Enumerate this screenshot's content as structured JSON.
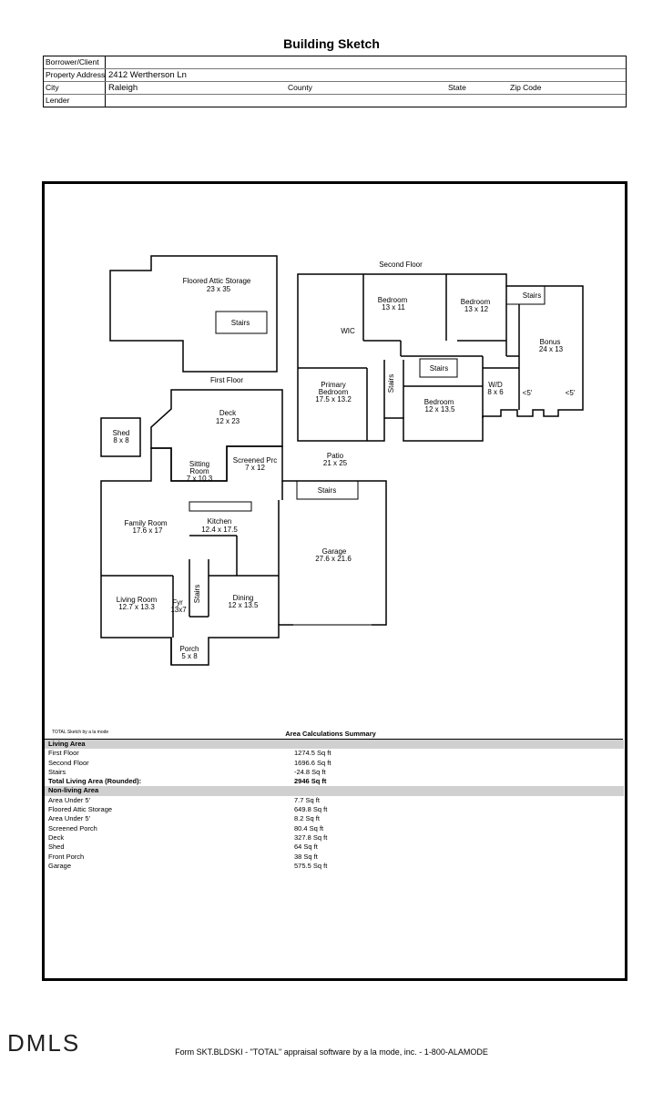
{
  "title": "Building Sketch",
  "header": {
    "borrower_label": "Borrower/Client",
    "address_label": "Property Address",
    "address_value": "2412 Wertherson Ln",
    "city_label": "City",
    "city_value": "Raleigh",
    "county_label": "County",
    "state_label": "State",
    "zip_label": "Zip Code",
    "lender_label": "Lender"
  },
  "sketch": {
    "second_floor_label": "Second Floor",
    "first_floor_label": "First Floor",
    "rooms": {
      "attic": "Floored Attic Storage",
      "attic_dim": "23 x 35",
      "attic_stairs": "Stairs",
      "bed1": "Bedroom",
      "bed1_dim": "13 x 11",
      "bed2": "Bedroom",
      "bed2_dim": "13 x 12",
      "bonus_stairs": "Stairs",
      "bonus": "Bonus",
      "bonus_dim": "24 x 13",
      "wic": "WIC",
      "stairs_mid": "Stairs",
      "stairs_vert": "Stairs",
      "primary1": "Primary",
      "primary2": "Bedroom",
      "primary_dim": "17.5 x 13.2",
      "wd": "W/D",
      "wd_dim": "8 x 6",
      "lt5a": "<5'",
      "lt5b": "<5'",
      "bed3": "Bedroom",
      "bed3_dim": "12 x 13.5",
      "deck": "Deck",
      "deck_dim": "12 x 23",
      "shed": "Shed",
      "shed_dim": "8 x 8",
      "sitting1": "Sitting",
      "sitting2": "Room",
      "sitting_dim": "7 x 10.3",
      "screened": "Screened Prc",
      "screened_dim": "7 x 12",
      "patio": "Patio",
      "patio_dim": "21 x 25",
      "garage_stairs": "Stairs",
      "family": "Family Room",
      "family_dim": "17.6 x 17",
      "kitchen": "Kitchen",
      "kitchen_dim": "12.4 x 17.5",
      "garage": "Garage",
      "garage_dim": "27.6 x 21.6",
      "living": "Living Room",
      "living_dim": "12.7 x 13.3",
      "fyr": "Fyr",
      "fyr_dim": "13x7",
      "stairs_first": "Stairs",
      "dining": "Dining",
      "dining_dim": "12 x 13.5",
      "porch": "Porch",
      "porch_dim": "5 x 8"
    },
    "caption": "TOTAL Sketch by a la mode",
    "summary_title": "Area Calculations Summary"
  },
  "summary": {
    "living_header": "Living Area",
    "living": [
      {
        "label": "First Floor",
        "value": "1274.5 Sq ft"
      },
      {
        "label": "Second Floor",
        "value": "1696.6 Sq ft"
      },
      {
        "label": "Stairs",
        "value": "-24.8 Sq ft"
      }
    ],
    "total_label": "Total Living Area (Rounded):",
    "total_value": "2946 Sq ft",
    "nonliving_header": "Non-living Area",
    "nonliving": [
      {
        "label": "Area Under 5'",
        "value": "7.7 Sq ft"
      },
      {
        "label": "Floored Attic Storage",
        "value": "649.8 Sq ft"
      },
      {
        "label": "Area Under 5'",
        "value": "8.2 Sq ft"
      },
      {
        "label": "Screened Porch",
        "value": "80.4 Sq ft"
      },
      {
        "label": "Deck",
        "value": "327.8 Sq ft"
      },
      {
        "label": "Shed",
        "value": "64 Sq ft"
      },
      {
        "label": "Front Porch",
        "value": "38 Sq ft"
      },
      {
        "label": "Garage",
        "value": "575.5 Sq ft"
      }
    ]
  },
  "footer": "Form SKT.BLDSKI - \"TOTAL\" appraisal software by a la mode, inc. - 1-800-ALAMODE",
  "logo": "DMLS"
}
